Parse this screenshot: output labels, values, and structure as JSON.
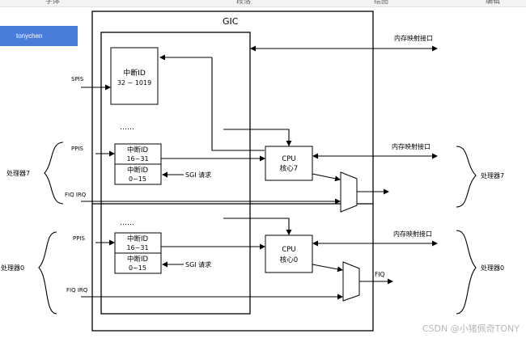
{
  "topbar": {
    "tab1": "字体",
    "tab2": "段落",
    "tab3": "绘图",
    "tab4": "编辑"
  },
  "user_tag": "tonychen",
  "watermark": "CSDN @小猪佩奇TONY",
  "diagram": {
    "gic_title": "GIC",
    "spi_block": {
      "line1": "中断ID",
      "line2": "32 ~ 1019"
    },
    "ellipsis": "……",
    "ppi_block": {
      "line1": "中断ID",
      "line2": "16~31"
    },
    "sgi_block": {
      "line1": "中断ID",
      "line2": "0~15"
    },
    "sgi_request": "SGI 请求",
    "cpu7": {
      "line1": "CPU",
      "line2": "核心7"
    },
    "cpu0": {
      "line1": "CPU",
      "line2": "核心0"
    },
    "mem_iface": "内存映射接口",
    "inputs": {
      "spis": "SPIS",
      "ppis": "PPIS",
      "fiq_irq": "FIQ IRQ"
    },
    "fiq_out": "FIQ",
    "proc7": "处理器7",
    "proc0": "处理器0"
  }
}
